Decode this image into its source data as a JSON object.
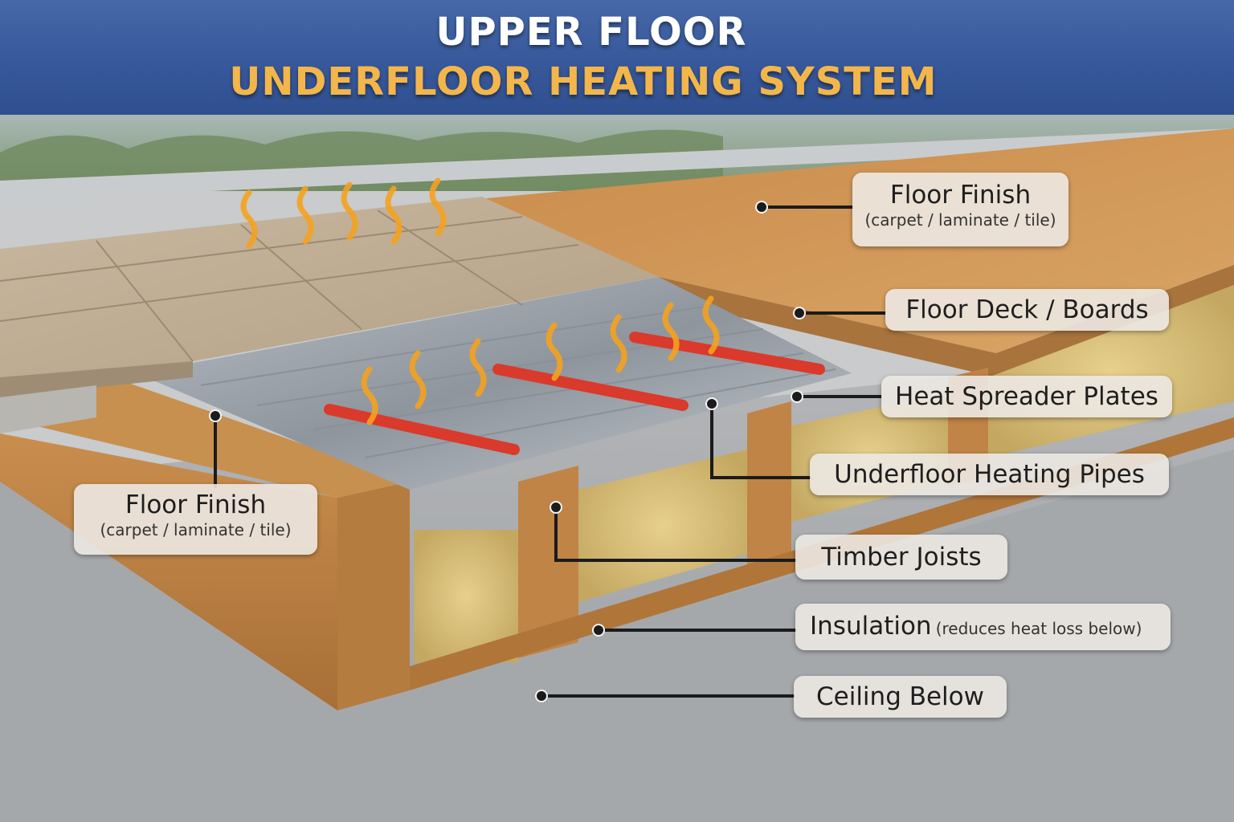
{
  "title": {
    "line1": "UPPER FLOOR",
    "line2": "UNDERFLOOR HEATING SYSTEM"
  },
  "colors": {
    "header_bg": "#37589a",
    "title_line1": "#ffffff",
    "title_line2": "#f3b64b",
    "callout_bg": "#ece8e2",
    "pipe": "#d93a2b",
    "wood": "#c98e4e",
    "insulation": "#d8c07a",
    "heat_flame": "#f5a21f"
  },
  "labels": {
    "floor_finish_right": {
      "main": "Floor Finish",
      "sub": "(carpet / laminate / tile)"
    },
    "floor_deck": {
      "main": "Floor Deck / Boards"
    },
    "heat_spreader": {
      "main": "Heat Spreader Plates"
    },
    "heating_pipes": {
      "main": "Underfloor Heating Pipes"
    },
    "timber_joists": {
      "main": "Timber Joists"
    },
    "insulation": {
      "main": "Insulation",
      "sub": "(reduces heat loss below)"
    },
    "ceiling_below": {
      "main": "Ceiling Below"
    },
    "floor_finish_left": {
      "main": "Floor Finish",
      "sub": "(carpet / laminate / tile)"
    }
  },
  "icons": [
    "heat-wave-icon",
    "leader-dot-icon"
  ]
}
